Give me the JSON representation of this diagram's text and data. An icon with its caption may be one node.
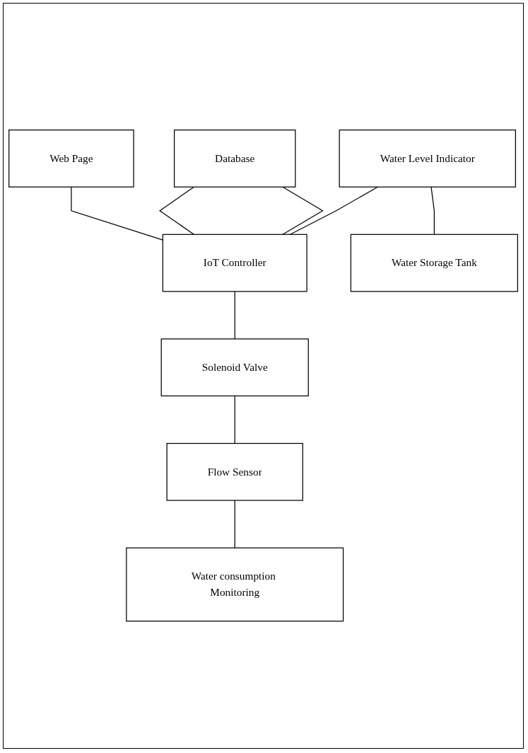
{
  "diagram": {
    "nodes": [
      {
        "text": [
          "Web Page"
        ]
      },
      {
        "text": [
          "Database"
        ]
      },
      {
        "text": [
          "Water Level Indicator"
        ]
      },
      {
        "text": [
          "IoT Controller"
        ]
      },
      {
        "text": [
          "Solenoid Valve"
        ]
      },
      {
        "text": [
          "Flow Sensor"
        ]
      },
      {
        "text": [
          "Water Storage Tank"
        ]
      },
      {
        "text": [
          "Water consumption Monitoring"
        ]
      }
    ],
    "edges": [
      {
        "from": 0,
        "to": 3,
        "arrow": "none"
      },
      {
        "from": 1,
        "to": 3,
        "arrow": "none"
      },
      {
        "from": 1,
        "to": 3,
        "arrow": "none"
      },
      {
        "from": 2,
        "to": 3,
        "arrow": "none"
      },
      {
        "from": 2,
        "to": 6,
        "arrow": "none"
      },
      {
        "from": 3,
        "to": 4,
        "arrow": "none"
      },
      {
        "from": 4,
        "to": 5,
        "arrow": "none"
      },
      {
        "from": 5,
        "to": 7,
        "arrow": "none"
      }
    ]
  }
}
